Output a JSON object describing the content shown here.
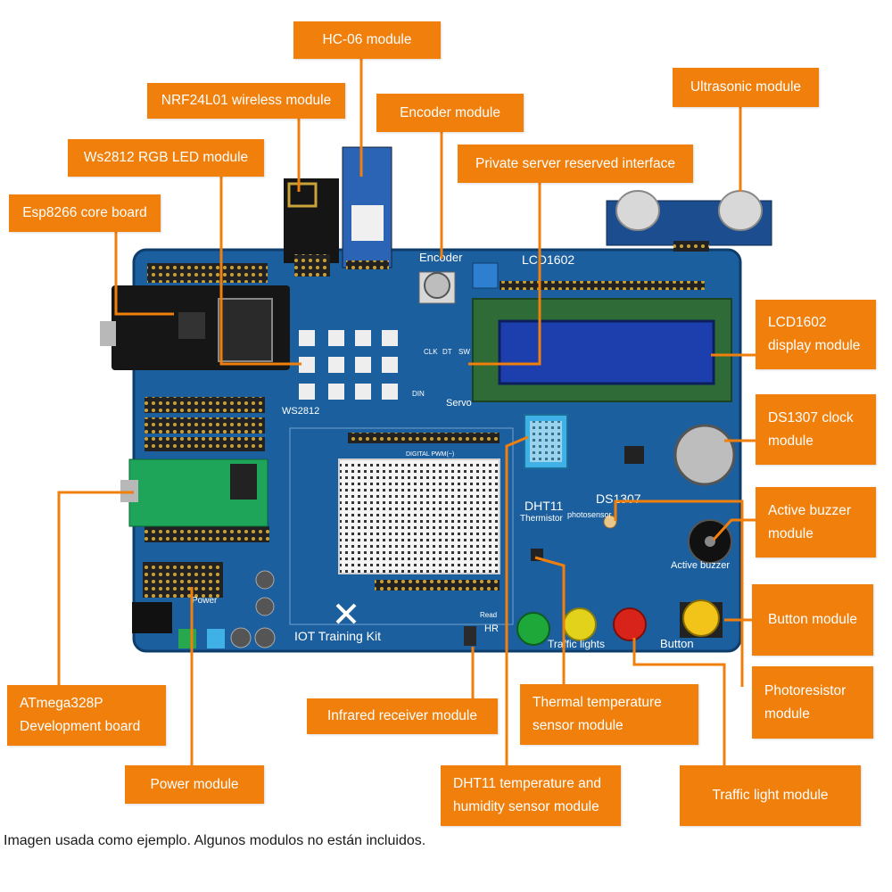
{
  "callouts": {
    "hc06": "HC-06 module",
    "nrf24": "NRF24L01 wireless module",
    "encoder": "Encoder module",
    "ws2812_module": "Ws2812 RGB LED module",
    "private_server": "Private server reserved interface",
    "esp8266": "Esp8266 core board",
    "ultrasonic": "Ultrasonic module",
    "lcd1602_module": "LCD1602\ndisplay module",
    "ds1307_module": "DS1307 clock\nmodule",
    "active_buzzer_module": "Active buzzer\nmodule",
    "button_module": "Button module",
    "photoresistor_module": "Photoresistor\nmodule",
    "atmega": "ATmega328P\nDevelopment board",
    "infrared": "Infrared receiver module",
    "thermal": "Thermal temperature\nsensor module",
    "power_module": "Power module",
    "dht11_module": "DHT11 temperature and\nhumidity sensor module",
    "traffic_module": "Traffic light module"
  },
  "board_labels": {
    "encoder": "Encoder",
    "lcd1602": "LCD1602",
    "ws2812": "WS2812",
    "servo": "Servo",
    "dht11": "DHT11",
    "ds1307": "DS1307",
    "thermistor": "Thermistor",
    "photosensor": "photosensor",
    "active_buzzer": "Active buzzer",
    "traffic_lights": "Traffic lights",
    "button": "Button",
    "kit": "IOT Training Kit",
    "power": "Power",
    "hr": "HR",
    "read": "Read",
    "digital_pwm": "DIGITAL PWM(~)",
    "clk": "CLK",
    "dt": "DT",
    "sw": "SW",
    "din": "DIN"
  },
  "caption": "Imagen usada como ejemplo. Algunos modulos no están incluidos.",
  "colors": {
    "callout": "#f07f0c",
    "board": "#1b5f9e",
    "lcd_bezel": "#2f6b36",
    "lcd_screen": "#1d3fae",
    "led_green": "#1fa83a",
    "led_yellow": "#e3d21c",
    "led_red": "#d8231a"
  }
}
